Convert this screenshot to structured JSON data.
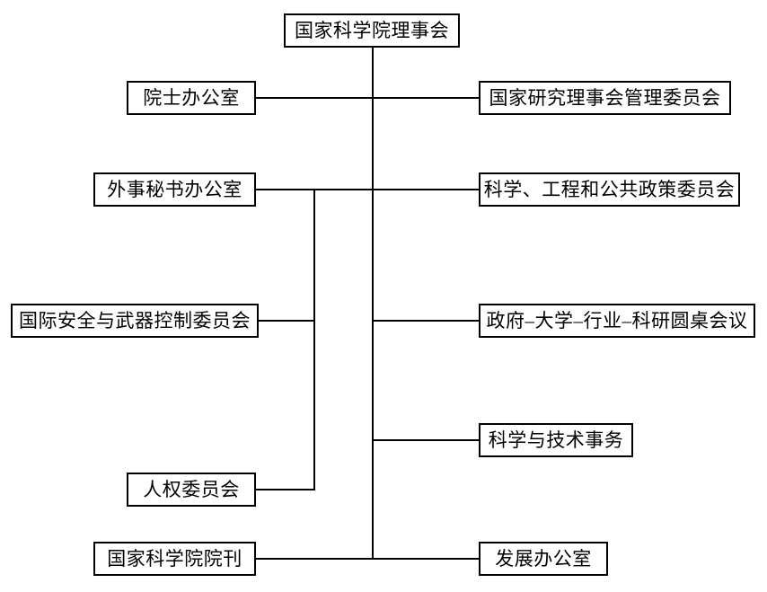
{
  "diagram": {
    "type": "organizational-chart",
    "title_text": "国家科学院理事会",
    "colors": {
      "background": "#ffffff",
      "border": "#000000",
      "text": "#000000",
      "connector": "#000000"
    },
    "root": {
      "label": "国家科学院理事会"
    },
    "left_nodes": [
      {
        "id": "office-of-academicians",
        "label": "院士办公室"
      },
      {
        "id": "foreign-secretary-office",
        "label": "外事秘书办公室"
      },
      {
        "id": "intl-security-arms-control",
        "label": "国际安全与武器控制委员会"
      },
      {
        "id": "human-rights-committee",
        "label": "人权委员会"
      },
      {
        "id": "academy-journal",
        "label": "国家科学院院刊"
      }
    ],
    "right_nodes": [
      {
        "id": "national-research-council-governing-board",
        "label": "国家研究理事会管理委员会"
      },
      {
        "id": "science-engineering-public-policy",
        "label": "科学、工程和公共政策委员会"
      },
      {
        "id": "gov-univ-industry-roundtable",
        "label": "政府–大学–行业–科研圆桌会议"
      },
      {
        "id": "science-technology-affairs",
        "label": "科学与技术事务"
      },
      {
        "id": "development-office",
        "label": "发展办公室"
      }
    ],
    "connectors": {
      "main_trunk_label": "main-vertical-trunk",
      "branch_trunk_label": "secondary-vertical-trunk"
    }
  }
}
